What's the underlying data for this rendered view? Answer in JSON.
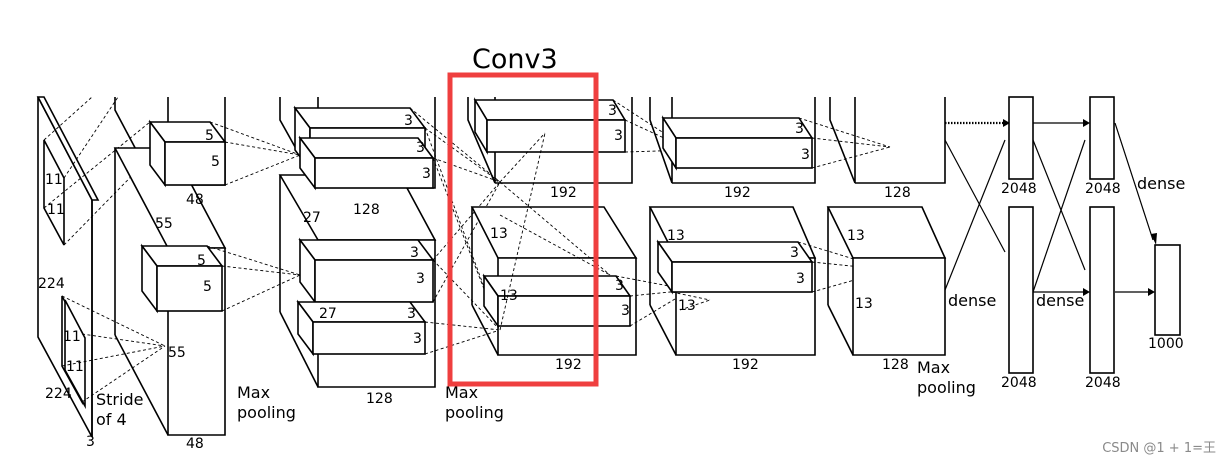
{
  "highlight": {
    "title": "Conv3",
    "title_color": "#7a1a8a",
    "box_color": "#ef3f3f"
  },
  "input": {
    "dim_a": "224",
    "dim_b": "224",
    "depth": "3",
    "kernel_a": "11",
    "kernel_b": "11",
    "kernel_c": "11",
    "kernel_d": "11",
    "stride": "Stride\nof 4"
  },
  "conv1": {
    "size": "55",
    "size2": "55",
    "depth": "48",
    "depth_bottom": "48",
    "k1": "5",
    "k2": "5",
    "k3": "5",
    "k4": "5"
  },
  "conv2": {
    "size": "27",
    "size2": "27",
    "depth_top": "128",
    "depth_bottom": "128",
    "k": "3"
  },
  "conv3": {
    "size": "13",
    "size2": "13",
    "depth_top": "192",
    "depth_bottom": "192",
    "k": "3"
  },
  "conv4": {
    "size": "13",
    "size2": "13",
    "depth_top": "192",
    "depth_bottom": "192",
    "k": "3"
  },
  "conv5": {
    "size": "13",
    "size2": "13",
    "depth_top": "128",
    "depth_bottom": "128"
  },
  "pooling": {
    "label1": "Max",
    "label2": "pooling"
  },
  "dense": {
    "label": "dense",
    "fc1": "2048",
    "fc2": "2048",
    "fc3": "2048",
    "fc4": "2048",
    "out": "1000"
  },
  "watermark": "CSDN @1 + 1=王"
}
